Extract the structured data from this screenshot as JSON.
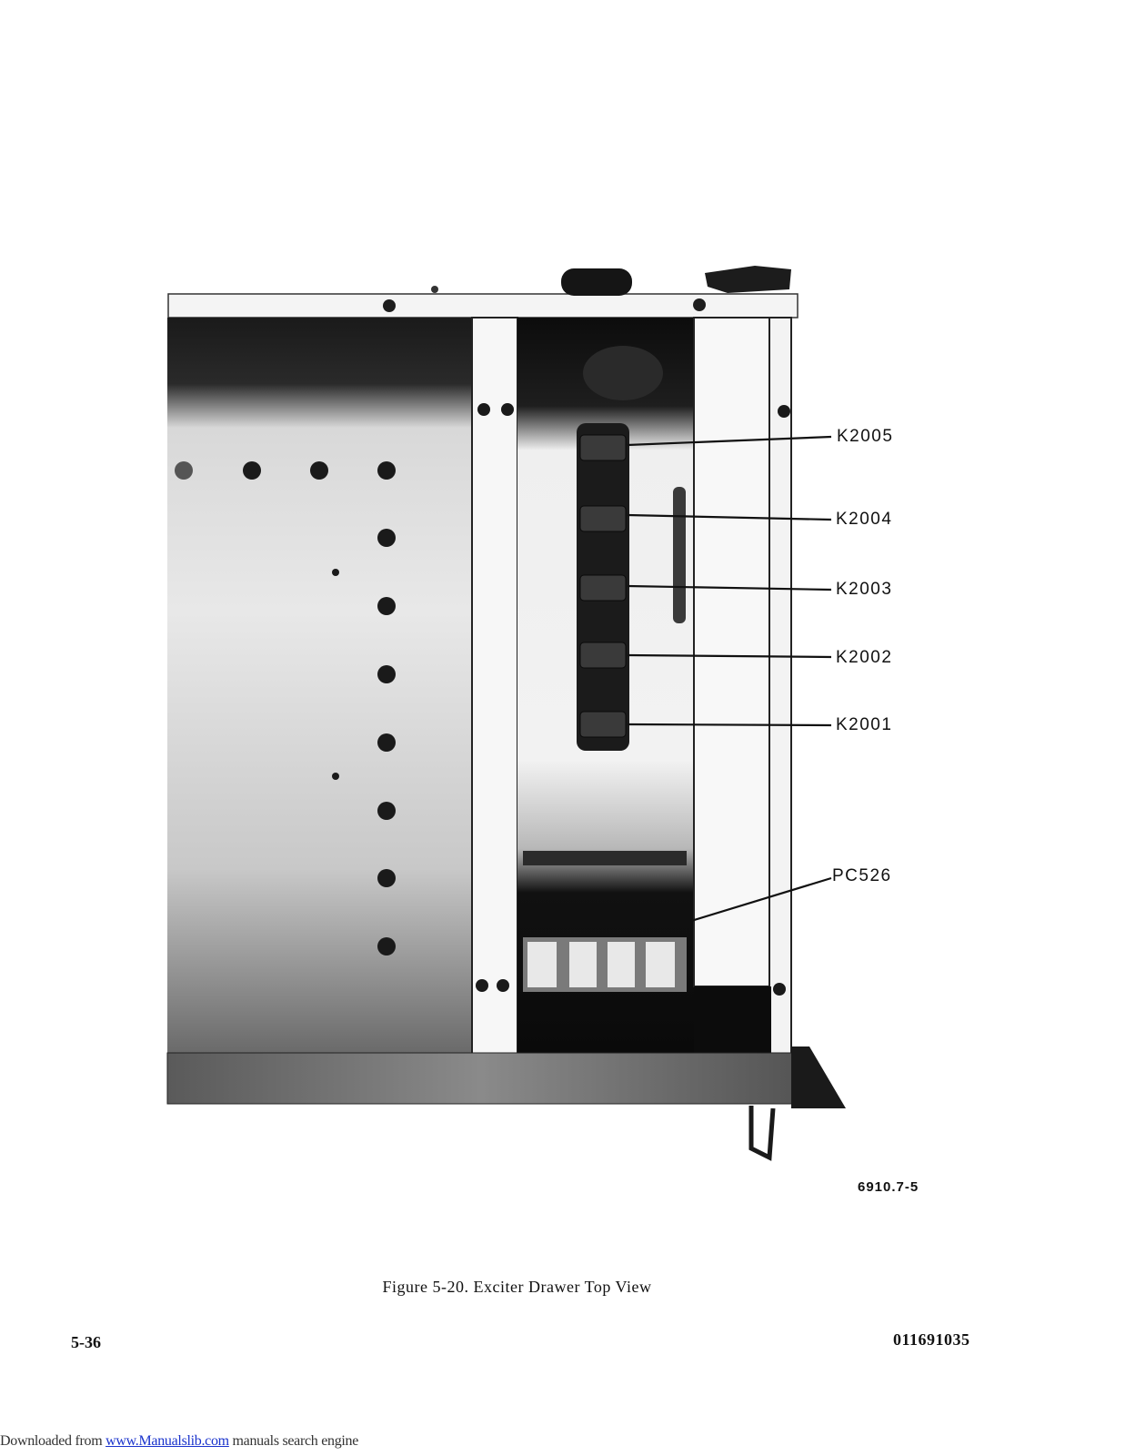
{
  "figure": {
    "callouts": [
      "K2005",
      "K2004",
      "K2003",
      "K2002",
      "K2001",
      "PC526"
    ],
    "figure_id": "6910.7-5",
    "caption": "Figure 5-20.  Exciter Drawer Top View"
  },
  "page": {
    "page_number": "5-36",
    "document_number": "011691035"
  },
  "footer": {
    "prefix": "Downloaded from ",
    "link_text": "www.Manualslib.com",
    "suffix": " manuals search engine"
  }
}
